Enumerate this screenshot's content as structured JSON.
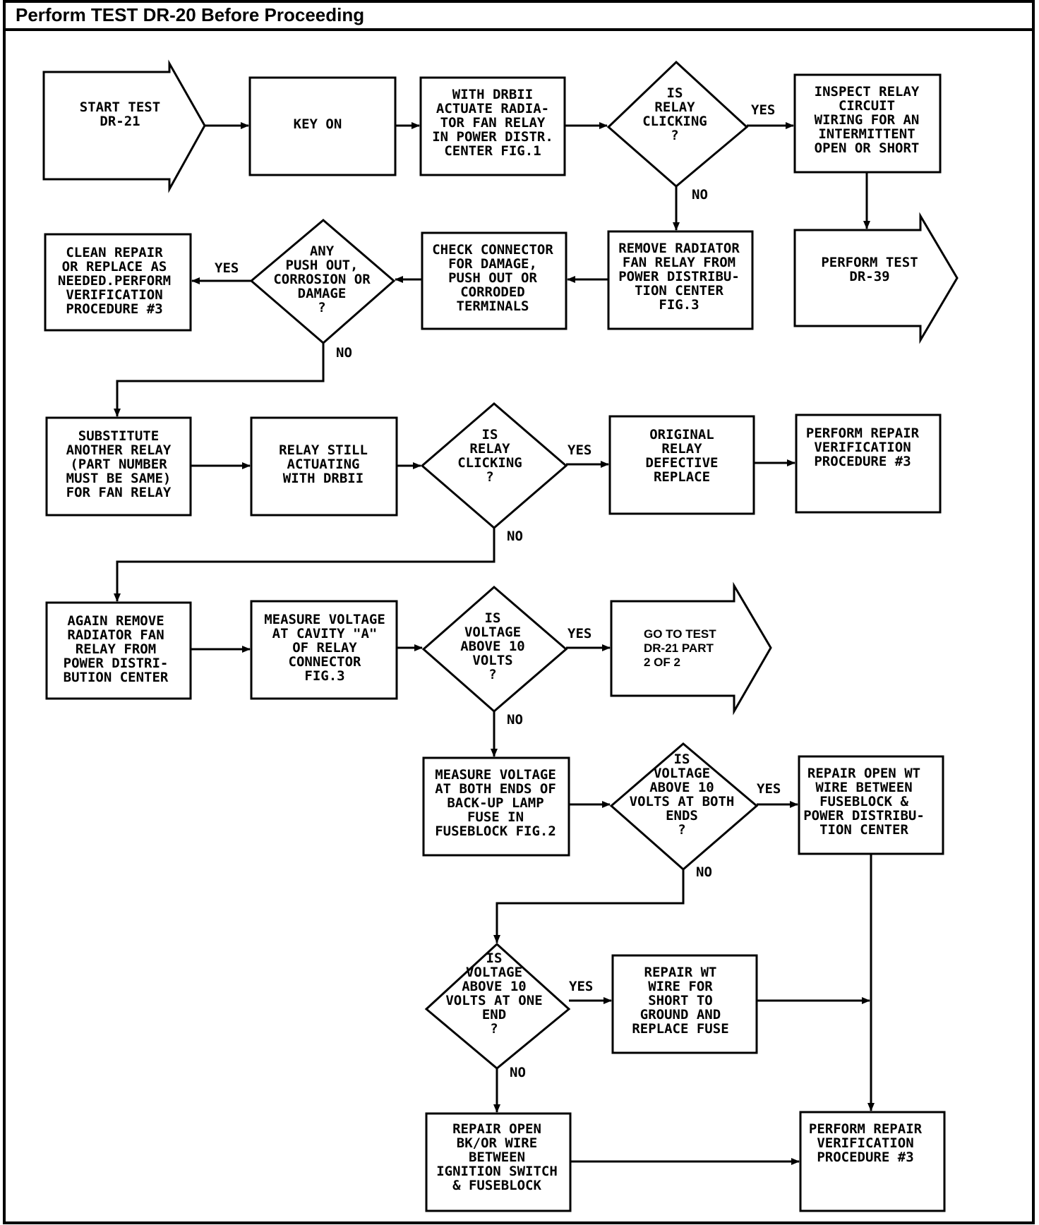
{
  "header": {
    "title": "Perform TEST DR-20 Before Proceeding"
  },
  "nodes": {
    "start": [
      "START TEST",
      "DR-21"
    ],
    "key_on": [
      "KEY ON"
    ],
    "actuate": [
      "WITH DRBII",
      "ACTUATE RADIA-",
      "TOR FAN RELAY",
      "IN POWER DISTR.",
      "CENTER FIG.1"
    ],
    "d_clicking1": [
      "IS",
      "RELAY",
      "CLICKING",
      "?"
    ],
    "inspect": [
      "INSPECT RELAY",
      "CIRCUIT",
      "WIRING FOR AN",
      "INTERMITTENT",
      "OPEN OR SHORT"
    ],
    "dr39": [
      "PERFORM TEST",
      "DR-39"
    ],
    "remove_relay": [
      "REMOVE RADIATOR",
      "FAN RELAY FROM",
      "POWER DISTRIBU-",
      "TION CENTER",
      "FIG.3"
    ],
    "check_conn": [
      "CHECK CONNECTOR",
      "FOR DAMAGE,",
      "PUSH OUT OR",
      "CORRODED",
      "TERMINALS"
    ],
    "d_pushout": [
      "ANY",
      "PUSH OUT,",
      "CORROSION OR",
      "DAMAGE",
      "?"
    ],
    "clean": [
      "CLEAN REPAIR",
      "OR REPLACE AS",
      "NEEDED.PERFORM",
      "VERIFICATION",
      "PROCEDURE #3"
    ],
    "substitute": [
      "SUBSTITUTE",
      "ANOTHER RELAY",
      "(PART NUMBER",
      "MUST BE SAME)",
      "FOR FAN RELAY"
    ],
    "still_act": [
      "RELAY STILL",
      "ACTUATING",
      "WITH DRBII"
    ],
    "d_clicking2": [
      "IS",
      "RELAY",
      "CLICKING",
      "?"
    ],
    "orig_def": [
      "ORIGINAL",
      "RELAY",
      "DEFECTIVE",
      "REPLACE"
    ],
    "verify1": [
      "PERFORM REPAIR",
      "VERIFICATION",
      "PROCEDURE #3"
    ],
    "again_remove": [
      "AGAIN REMOVE",
      "RADIATOR FAN",
      "RELAY FROM",
      "POWER DISTRI-",
      "BUTION CENTER"
    ],
    "measure_a": [
      "MEASURE VOLTAGE",
      "AT CAVITY \"A\"",
      "OF RELAY",
      "CONNECTOR",
      "FIG.3"
    ],
    "d_volt10": [
      "IS",
      "VOLTAGE",
      "ABOVE 10",
      "VOLTS",
      "?"
    ],
    "goto_part2": [
      "GO TO TEST",
      "DR-21 PART",
      "2 OF 2"
    ],
    "measure_both": [
      "MEASURE VOLTAGE",
      "AT BOTH ENDS OF",
      "BACK-UP LAMP",
      "FUSE IN",
      "FUSEBLOCK FIG.2"
    ],
    "d_both": [
      "IS",
      "VOLTAGE",
      "ABOVE 10",
      "VOLTS AT BOTH",
      "ENDS",
      "?"
    ],
    "repair_open_wt": [
      "REPAIR OPEN WT",
      "WIRE BETWEEN",
      "FUSEBLOCK &",
      "POWER DISTRIBU-",
      "TION CENTER"
    ],
    "d_one": [
      "IS",
      "VOLTAGE",
      "ABOVE 10",
      "VOLTS AT ONE",
      "END",
      "?"
    ],
    "repair_short": [
      "REPAIR WT",
      "WIRE FOR",
      "SHORT TO",
      "GROUND AND",
      "REPLACE FUSE"
    ],
    "repair_bk": [
      "REPAIR OPEN",
      "BK/OR WIRE",
      "BETWEEN",
      "IGNITION SWITCH",
      "& FUSEBLOCK"
    ],
    "verify2": [
      "PERFORM REPAIR",
      "VERIFICATION",
      "PROCEDURE #3"
    ]
  },
  "labels": {
    "yes": "YES",
    "no": "NO"
  }
}
